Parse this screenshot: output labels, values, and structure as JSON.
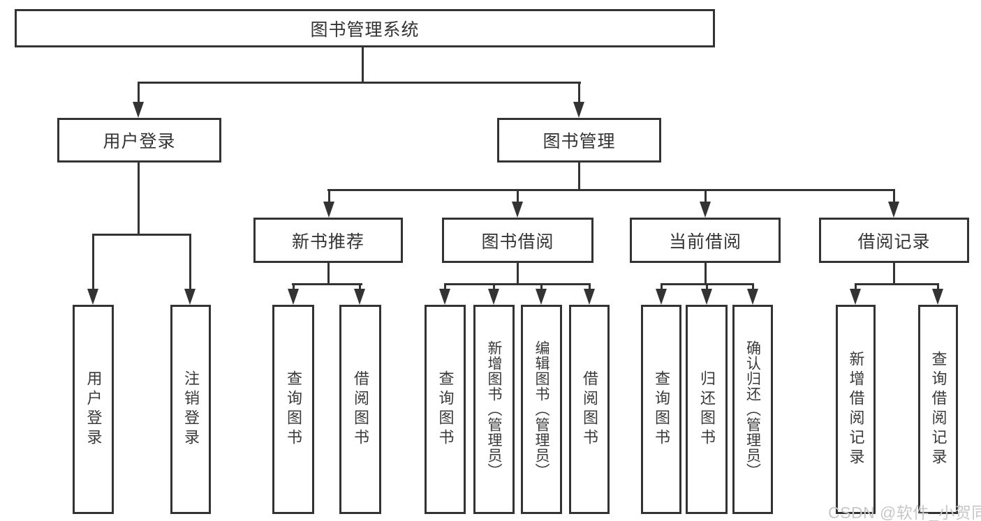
{
  "colors": {
    "line": "#333333",
    "text": "#333333",
    "background": "#ffffff",
    "watermark": "#c7c7c7"
  },
  "root": {
    "label": "图书管理系统"
  },
  "level2": [
    {
      "label": "用户登录"
    },
    {
      "label": "图书管理"
    }
  ],
  "level3": [
    {
      "label": "新书推荐"
    },
    {
      "label": "图书借阅"
    },
    {
      "label": "当前借阅"
    },
    {
      "label": "借阅记录"
    }
  ],
  "leaves": [
    {
      "label": "用户登录"
    },
    {
      "label": "注销登录"
    },
    {
      "label": "查询图书"
    },
    {
      "label": "借阅图书"
    },
    {
      "label": "查询图书"
    },
    {
      "label": "新增图书（管理员）"
    },
    {
      "label": "编辑图书（管理员）"
    },
    {
      "label": "借阅图书"
    },
    {
      "label": "查询图书"
    },
    {
      "label": "归还图书"
    },
    {
      "label": "确认归还（管理员）"
    },
    {
      "label": "新增借阅记录"
    },
    {
      "label": "查询借阅记录"
    }
  ],
  "watermark": {
    "text": "CSDN @软件_小贺同学"
  }
}
